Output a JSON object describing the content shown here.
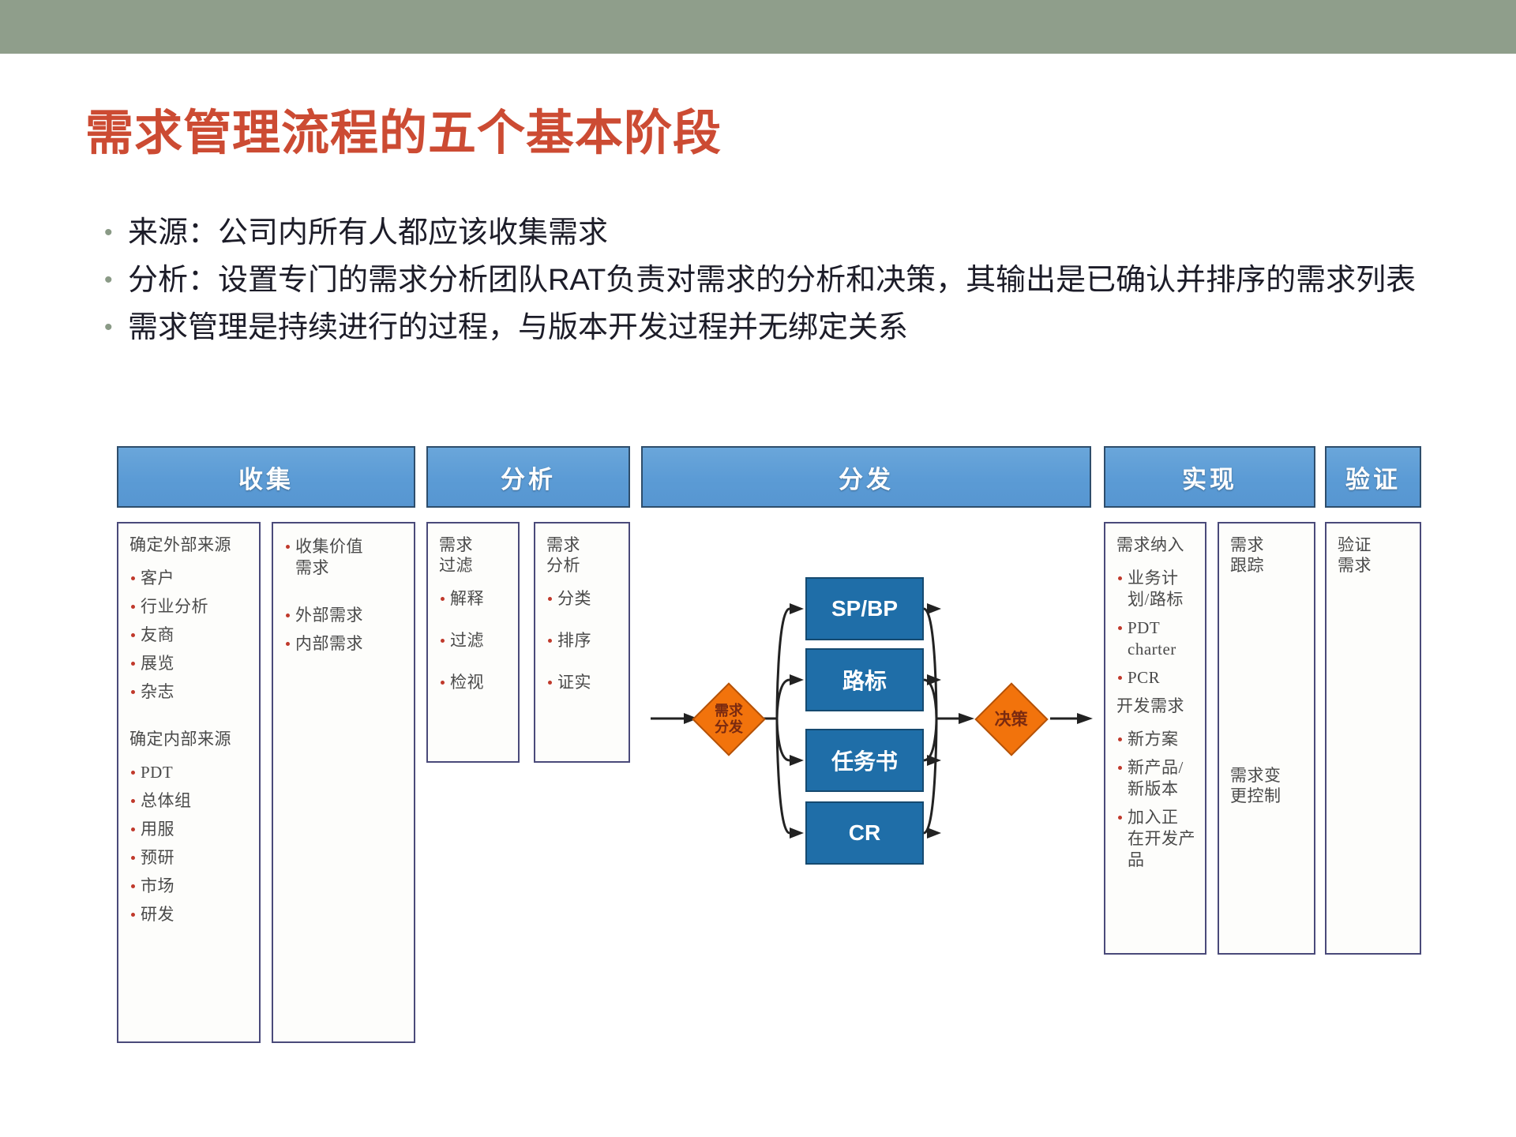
{
  "slide": {
    "title": "需求管理流程的五个基本阶段",
    "accent_color": "#cc4b33",
    "band_color": "#8f9e8b",
    "bullets": [
      "来源：公司内所有人都应该收集需求",
      "分析：设置专门的需求分析团队RAT负责对需求的分析和决策，其输出是已确认并排序的需求列表",
      "需求管理是持续进行的过程，与版本开发过程并无绑定关系"
    ]
  },
  "diagram": {
    "headers": [
      {
        "label": "收集"
      },
      {
        "label": "分析"
      },
      {
        "label": "分发"
      },
      {
        "label": "实现"
      },
      {
        "label": "验证"
      }
    ],
    "panels": {
      "collect_external": {
        "heading": "确定外部来源",
        "items": [
          "客户",
          "行业分析",
          "友商",
          "展览",
          "杂志"
        ],
        "heading2": "确定内部来源",
        "items2": [
          "PDT",
          "总体组",
          "用服",
          "预研",
          "市场",
          "研发"
        ]
      },
      "collect_value": {
        "heading": "收集价值\n需求",
        "items": [
          "外部需求",
          "内部需求"
        ]
      },
      "analyze_filter": {
        "heading": "需求\n过滤",
        "items": [
          "解释",
          "过滤",
          "检视"
        ]
      },
      "analyze_analysis": {
        "heading": "需求\n分析",
        "items": [
          "分类",
          "排序",
          "证实"
        ]
      },
      "implement_intake": {
        "heading": "需求纳入",
        "items": [
          "业务计\n划/路标",
          "PDT\ncharter",
          "PCR"
        ],
        "heading2": "开发需求",
        "items2": [
          "新方案",
          "新产品/\n新版本",
          "加入正\n在开发产\n品"
        ]
      },
      "implement_track": {
        "heading": "需求\n跟踪",
        "heading2": "需求变\n更控制"
      },
      "verify": {
        "heading": "验证\n需求"
      }
    },
    "flow": {
      "start_diamond": "需求\n分发",
      "boxes": [
        "SP/BP",
        "路标",
        "任务书",
        "CR"
      ],
      "end_diamond": "决策",
      "box_color": "#1f6ea8",
      "diamond_color": "#f2730c"
    }
  }
}
